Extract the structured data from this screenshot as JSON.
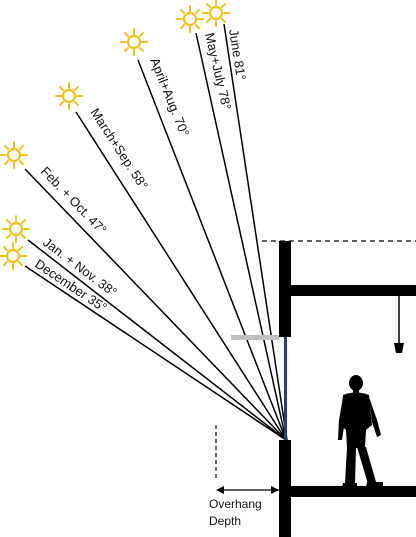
{
  "diagram": {
    "sun_angles": [
      {
        "label": "June 81°"
      },
      {
        "label": "May+July 78°"
      },
      {
        "label": "April+Aug. 70°"
      },
      {
        "label": "March+Sep. 58°"
      },
      {
        "label": "Feb. + Oct. 47°"
      },
      {
        "label": "Jan. + Nov. 38°"
      },
      {
        "label": "December 35°"
      }
    ],
    "overhang_label_line1": "Overhang",
    "overhang_label_line2": "Depth",
    "colors": {
      "sun": "#f2c21b",
      "lines": "#000000",
      "window": "#1f3f8f",
      "overhang": "#c0c0c0"
    }
  }
}
